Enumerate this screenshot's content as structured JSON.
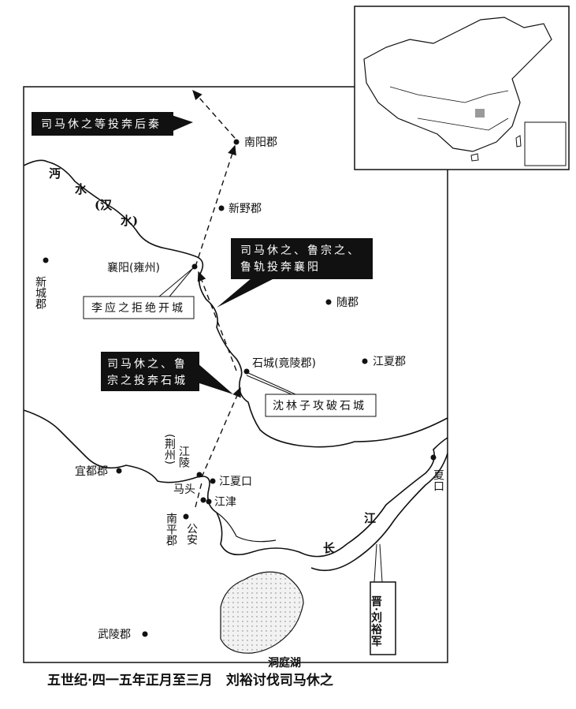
{
  "title": "五世纪·四一五年正月至三月　刘裕讨伐司马休之",
  "rivers": {
    "mianshui_1": "沔",
    "mianshui_2": "水",
    "mianshui_3": "(汉",
    "mianshui_4": "水)",
    "jiang": "江",
    "chang": "长"
  },
  "places": {
    "nanyang": "南阳郡",
    "xinye": "新野郡",
    "xiangyang": "襄阳(雍州)",
    "xincheng": "新城郡",
    "sui": "随郡",
    "shicheng": "石城(竟陵郡)",
    "jiangxia": "江夏郡",
    "yidu": "宜都郡",
    "jiangling": "江陵",
    "jingzhou": "(荆州)",
    "jiangxiakou": "江夏口",
    "matou": "马头",
    "jiangjin": "江津",
    "nanping": "南平郡",
    "gongan": "公安",
    "xiakou": "夏口",
    "wuling": "武陵郡",
    "dongting": "洞庭湖"
  },
  "callouts": {
    "houqin": "司马休之等投奔后秦",
    "xiangyang_1": "司马休之、鲁宗之、",
    "xiangyang_2": "鲁轨投奔襄阳",
    "li_refuse": "李应之拒绝开城",
    "shicheng_1": "司马休之、鲁",
    "shicheng_2": "宗之投奔石城",
    "shen_attack": "沈林子攻破石城"
  },
  "legend": {
    "army": "晋·刘裕军"
  },
  "colors": {
    "ink": "#111111",
    "lake": "#e6e6e6",
    "highlight": "#9a9a9a"
  }
}
